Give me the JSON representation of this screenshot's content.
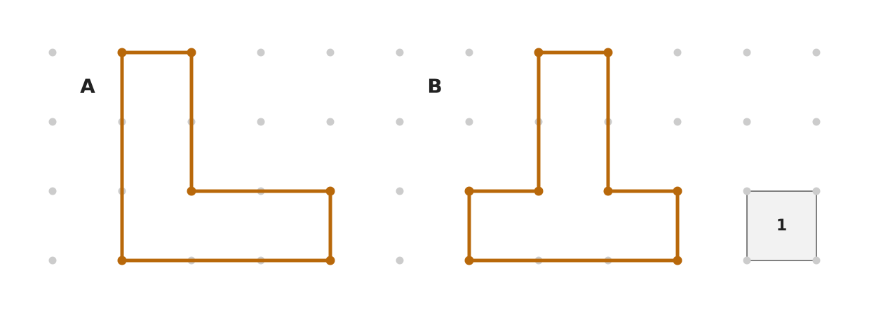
{
  "colors": {
    "background": "#ffffff",
    "grid_dot": "#cccccc",
    "outline": "#b8680a",
    "label": "#222222",
    "unit_fill": "#f2f2f2",
    "unit_stroke": "#808080"
  },
  "shapes": [
    {
      "label": "A"
    },
    {
      "label": "B"
    }
  ],
  "unit_square": {
    "label": "1"
  }
}
